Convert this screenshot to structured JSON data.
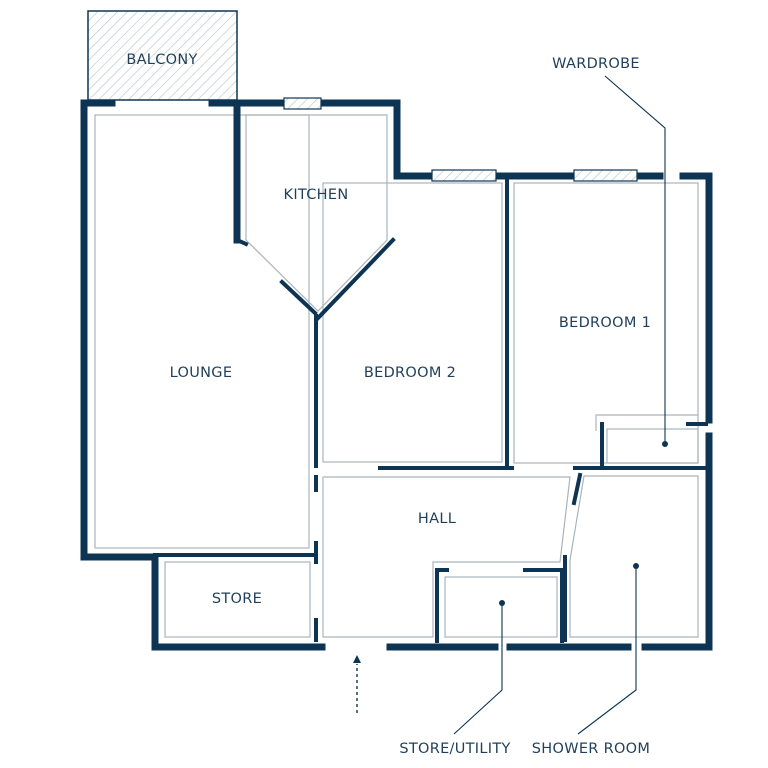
{
  "rooms": {
    "balcony": "BALCONY",
    "kitchen": "KITCHEN",
    "lounge": "LOUNGE",
    "bedroom2": "BEDROOM 2",
    "bedroom1": "BEDROOM 1",
    "hall": "HALL",
    "store": "STORE"
  },
  "callouts": {
    "wardrobe": "WARDROBE",
    "store_utility": "STORE/UTILITY",
    "shower_room": "SHOWER ROOM"
  },
  "colors": {
    "wall": "#0d3553",
    "inner_line": "#a9b4bd",
    "text": "#1f3f5a"
  }
}
